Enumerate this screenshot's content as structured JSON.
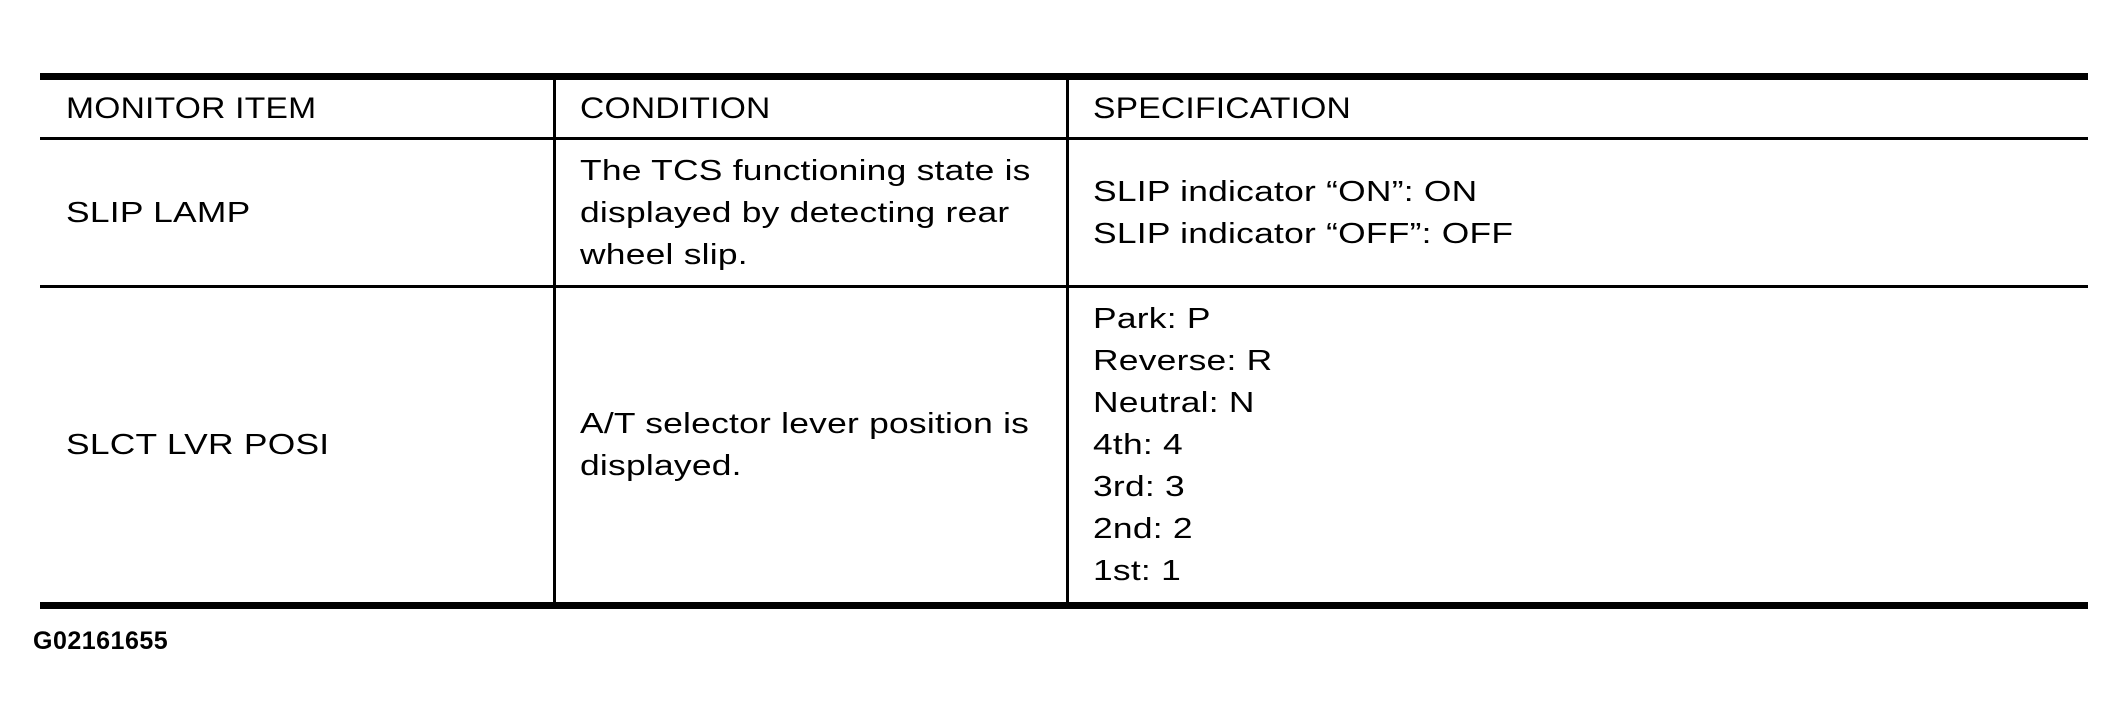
{
  "page": {
    "background": "#ffffff",
    "text_color": "#000000",
    "border_color": "#000000"
  },
  "table": {
    "headers": [
      "MONITOR ITEM",
      "CONDITION",
      "SPECIFICATION"
    ],
    "rows": [
      {
        "monitor_item": "SLIP LAMP",
        "condition_lines": [
          "The TCS functioning state is",
          "displayed by detecting rear",
          "wheel slip."
        ],
        "specification_lines": [
          "SLIP indicator “ON”: ON",
          "SLIP indicator “OFF”: OFF"
        ]
      },
      {
        "monitor_item": "SLCT LVR POSI",
        "condition_lines": [
          "A/T selector lever position is",
          "displayed."
        ],
        "specification_lines": [
          "Park: P",
          "Reverse: R",
          "Neutral: N",
          "4th: 4",
          "3rd: 3",
          "2nd: 2",
          "1st: 1"
        ]
      }
    ]
  },
  "figure_id": "G02161655"
}
